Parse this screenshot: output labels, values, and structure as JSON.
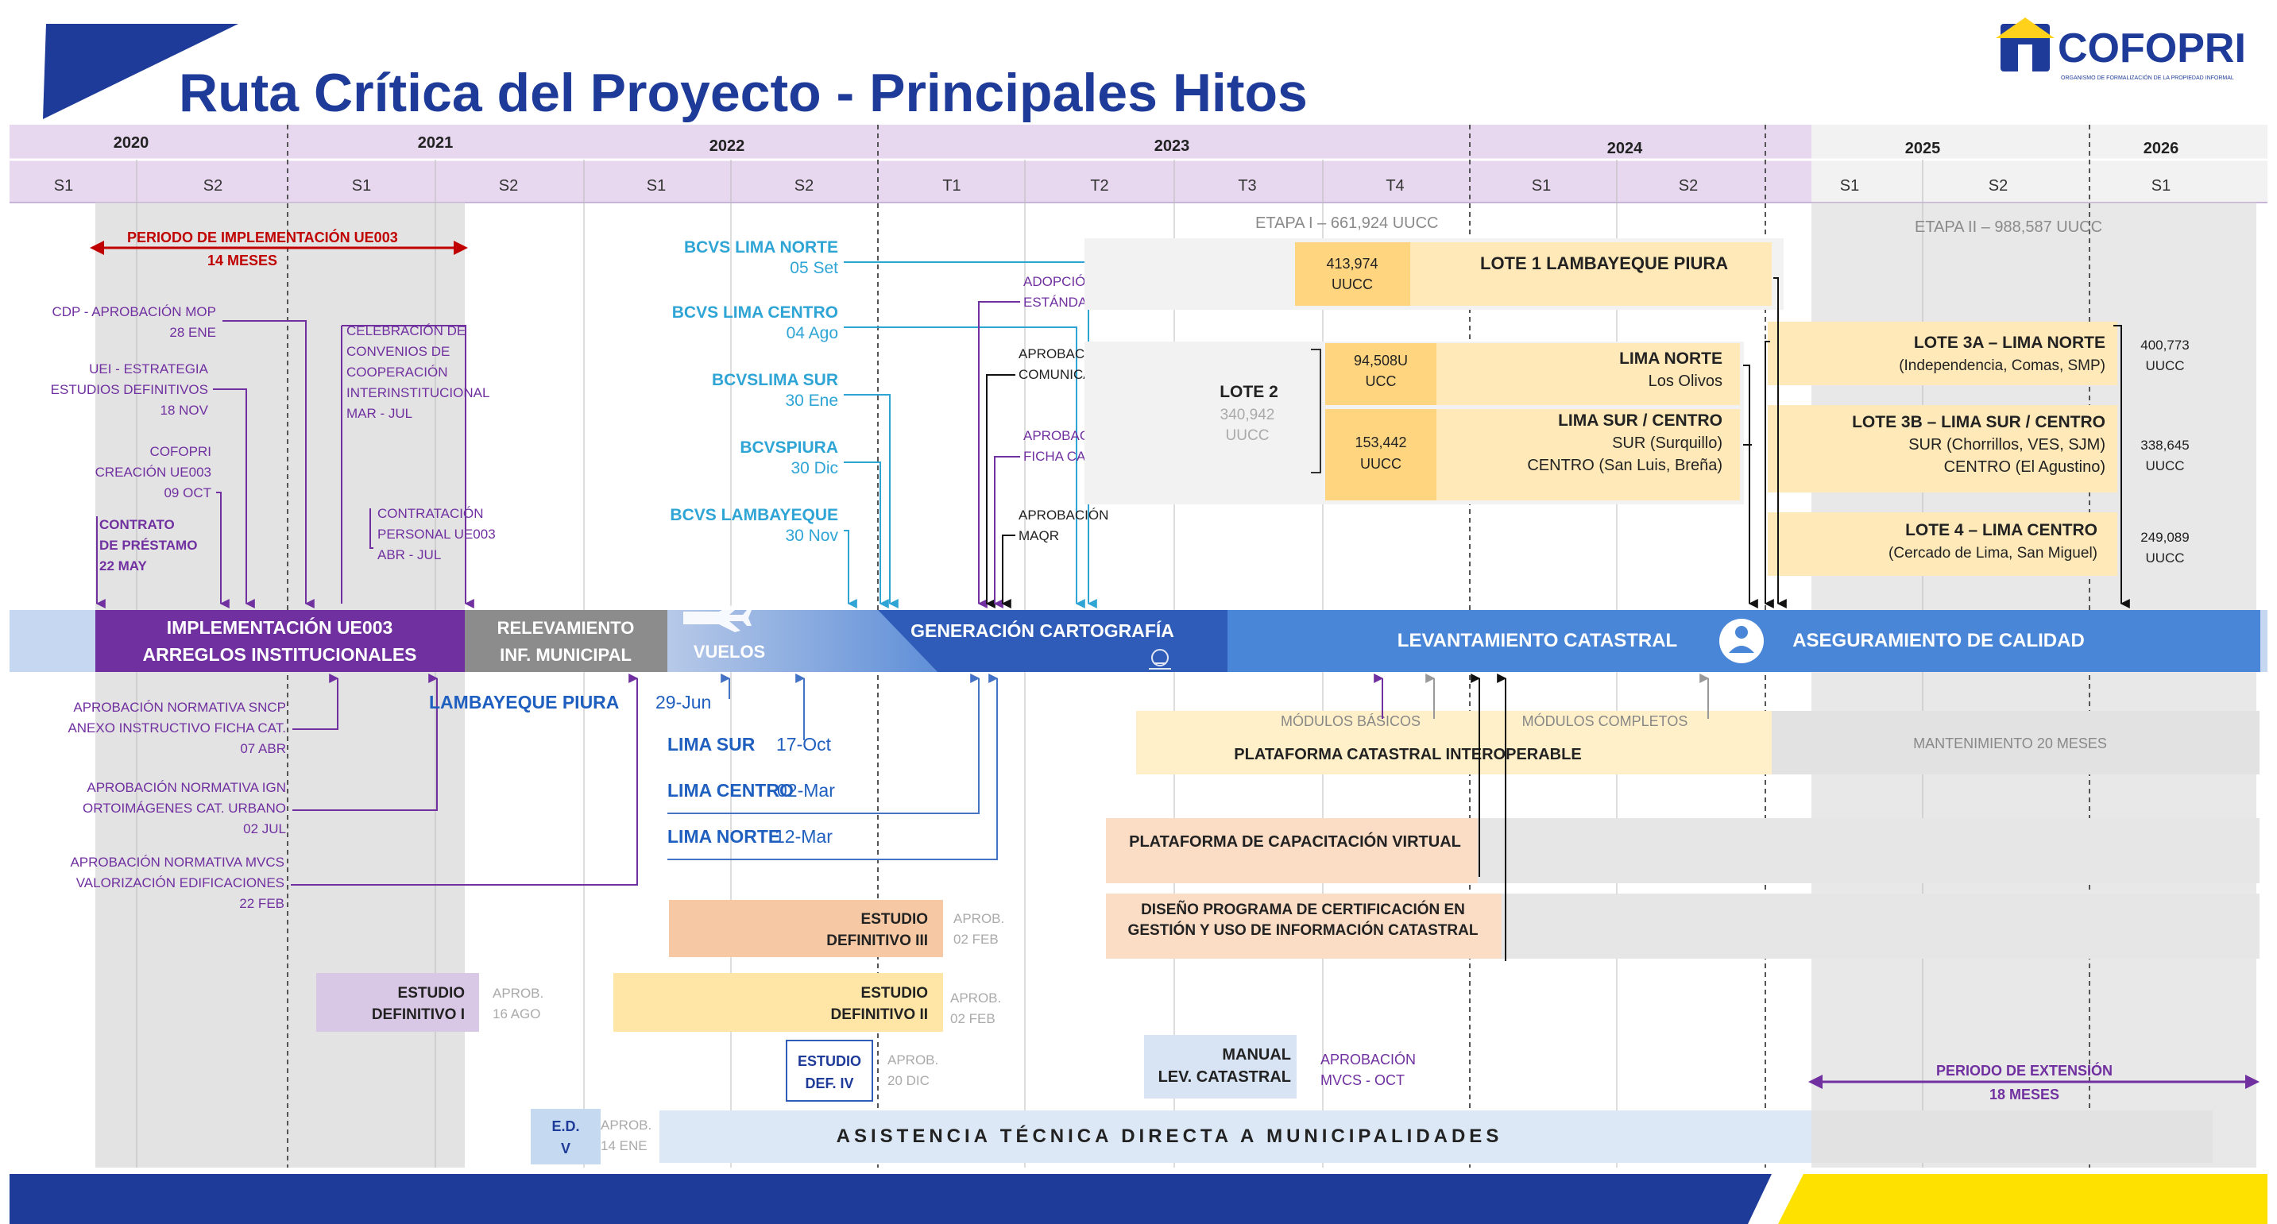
{
  "header": {
    "title": "Ruta Crítica del Proyecto - Principales Hitos",
    "logo_text": "COFOPRI",
    "logo_tagline": "ORGANISMO DE FORMALIZACIÓN DE LA PROPIEDAD INFORMAL"
  },
  "timeline": {
    "years": [
      "2020",
      "2021",
      "2022",
      "2023",
      "2024",
      "2025",
      "2026"
    ],
    "periods": [
      "S1",
      "S2",
      "S1",
      "S2",
      "S1",
      "S2",
      "T1",
      "T2",
      "T3",
      "T4",
      "S1",
      "S2",
      "S1",
      "S2",
      "S1"
    ]
  },
  "stages": {
    "etapa1": "ETAPA I – 661,924 UUCC",
    "etapa2": "ETAPA II – 988,587 UUCC"
  },
  "periodo_impl": [
    "PERIODO DE IMPLEMENTACIÓN UE003",
    "14 MESES"
  ],
  "periodo_ext": [
    "PERIODO DE EXTENSIÓN",
    "18 MESES"
  ],
  "left_milestones": {
    "cdp": [
      "CDP - APROBACIÓN MOP",
      "28 ENE"
    ],
    "uei": [
      "UEI - ESTRATEGIA",
      "ESTUDIOS DEFINITIVOS",
      "18 NOV"
    ],
    "cofopri": [
      "COFOPRI",
      "CREACIÓN UE003",
      "09 OCT"
    ],
    "contrato": [
      "CONTRATO",
      "DE PRÉSTAMO",
      "22 MAY"
    ],
    "celebracion": [
      "CELEBRACIÓN DE",
      "CONVENIOS DE",
      "COOPERACIÓN",
      "INTERINSTITUCIONAL",
      "MAR - JUL"
    ],
    "contratacion": [
      "CONTRATACIÓN",
      "PERSONAL  UE003",
      "ABR - JUL"
    ]
  },
  "bcvs": [
    {
      "name": "BCVS LIMA NORTE",
      "date": "05 Set"
    },
    {
      "name": "BCVS LIMA CENTRO",
      "date": "04 Ago"
    },
    {
      "name": "BCVSLIMA SUR",
      "date": "30 Ene"
    },
    {
      "name": "BCVSPIURA",
      "date": "30 Dic"
    },
    {
      "name": "BCVS LAMBAYEQUE",
      "date": "30 Nov"
    }
  ],
  "approvals_2023": {
    "adopcion": [
      "ADOPCIÓN",
      "ESTÁNDAR LADM"
    ],
    "plan_com": [
      "APROBACIÓN PLAN DE",
      "COMUNICACIONES"
    ],
    "ficha": [
      "APROBACIÓN",
      "FICHA CATASTRAL"
    ],
    "maqr": [
      "APROBACIÓN",
      "MAQR"
    ]
  },
  "lotes": {
    "lote1_count": [
      "413,974",
      "UUCC"
    ],
    "lote1_label": "LOTE 1  LAMBAYEQUE PIURA",
    "lote2": [
      "LOTE 2",
      "340,942",
      "UUCC"
    ],
    "lote2a_count": [
      "94,508U",
      "UCC"
    ],
    "lote2a_label": [
      "LIMA NORTE",
      "Los Olivos"
    ],
    "lote2b_count": [
      "153,442",
      "UUCC"
    ],
    "lote2b_label": [
      "LIMA SUR / CENTRO",
      "SUR (Surquillo)",
      "CENTRO (San Luis, Breña)"
    ],
    "lote3a_label": [
      "LOTE 3A – LIMA NORTE",
      "(Independencia, Comas, SMP)"
    ],
    "lote3a_count": [
      "400,773",
      "UUCC"
    ],
    "lote3b_label": [
      "LOTE 3B – LIMA SUR / CENTRO",
      "SUR (Chorrillos, VES, SJM)",
      "CENTRO (El Agustino)"
    ],
    "lote3b_count": [
      "338,645",
      "UUCC"
    ],
    "lote4_label": [
      "LOTE 4 – LIMA CENTRO",
      "(Cercado de Lima, San Miguel)"
    ],
    "lote4_count": [
      "249,089",
      "UUCC"
    ]
  },
  "main_bar": {
    "implementacion": [
      "IMPLEMENTACIÓN UE003",
      "ARREGLOS INSTITUCIONALES"
    ],
    "relevamiento": [
      "RELEVAMIENTO",
      "INF. MUNICIPAL"
    ],
    "vuelos": "VUELOS",
    "generacion": "GENERACIÓN CARTOGRAFÍA",
    "levantamiento": "LEVANTAMIENTO  CATASTRAL",
    "aseguramiento": "ASEGURAMIENTO DE CALIDAD"
  },
  "below_left": {
    "snc": [
      "APROBACIÓN NORMATIVA SNCP",
      "ANEXO  INSTRUCTIVO FICHA CAT.",
      "07 ABR"
    ],
    "ign": [
      "APROBACIÓN  NORMATIVA IGN",
      "ORTOIMÁGENES CAT. URBANO",
      "02 JUL"
    ],
    "mvcs": [
      "APROBACIÓN  NORMATIVA MVCS",
      "VALORIZACIÓN EDIFICACIONES",
      "22 FEB"
    ]
  },
  "flights": [
    {
      "name": "LAMBAYEQUE PIURA",
      "date": "29-Jun"
    },
    {
      "name": "LIMA SUR",
      "date": "17-Oct"
    },
    {
      "name": "LIMA CENTRO",
      "date": "02-Mar"
    },
    {
      "name": "LIMA NORTE",
      "date": "12-Mar"
    }
  ],
  "platform": {
    "modulos_basicos": "MÓDULOS BÁSICOS",
    "modulos_completos": "MÓDULOS COMPLETOS",
    "interoperable": "PLATAFORMA CATASTRAL INTEROPERABLE",
    "mantenimiento": "MANTENIMIENTO 20 MESES",
    "capacitacion": "PLATAFORMA DE CAPACITACIÓN VIRTUAL",
    "certificacion": [
      "DISEÑO PROGRAMA DE CERTIFICACIÓN  EN",
      "GESTIÓN Y USO DE INFORMACIÓN CATASTRAL"
    ]
  },
  "estudios": {
    "ed3": [
      "ESTUDIO",
      "DEFINITIVO III"
    ],
    "ed3_aprob": [
      "APROB.",
      "02 FEB"
    ],
    "ed2": [
      "ESTUDIO",
      "DEFINITIVO II"
    ],
    "ed2_aprob": [
      "APROB.",
      "02 FEB"
    ],
    "ed1": [
      "ESTUDIO",
      "DEFINITIVO I"
    ],
    "ed1_aprob": [
      "APROB.",
      "16 AGO"
    ],
    "ed4": [
      "ESTUDIO",
      "DEF. IV"
    ],
    "ed4_aprob": [
      "APROB.",
      "20 DIC"
    ],
    "ed5": [
      "E.D.",
      "V"
    ],
    "ed5_aprob": [
      "APROB.",
      "14 ENE"
    ]
  },
  "manual": [
    "MANUAL",
    "LEV. CATASTRAL"
  ],
  "manual_aprob": [
    "APROBACIÓN",
    "MVCS - OCT"
  ],
  "asistencia": "ASISTENCIA  TÉCNICA  DIRECTA  A  MUNICIPALIDADES",
  "colors": {
    "purple": "#7030A0",
    "blue": "#4472C4",
    "navy": "#1F3B99",
    "cyan": "#2FA5D6",
    "yellow": "#FFD11A",
    "light_purple": "#E7D8EF",
    "orange": "#F6C9A4",
    "cream": "#FFE6A6"
  }
}
